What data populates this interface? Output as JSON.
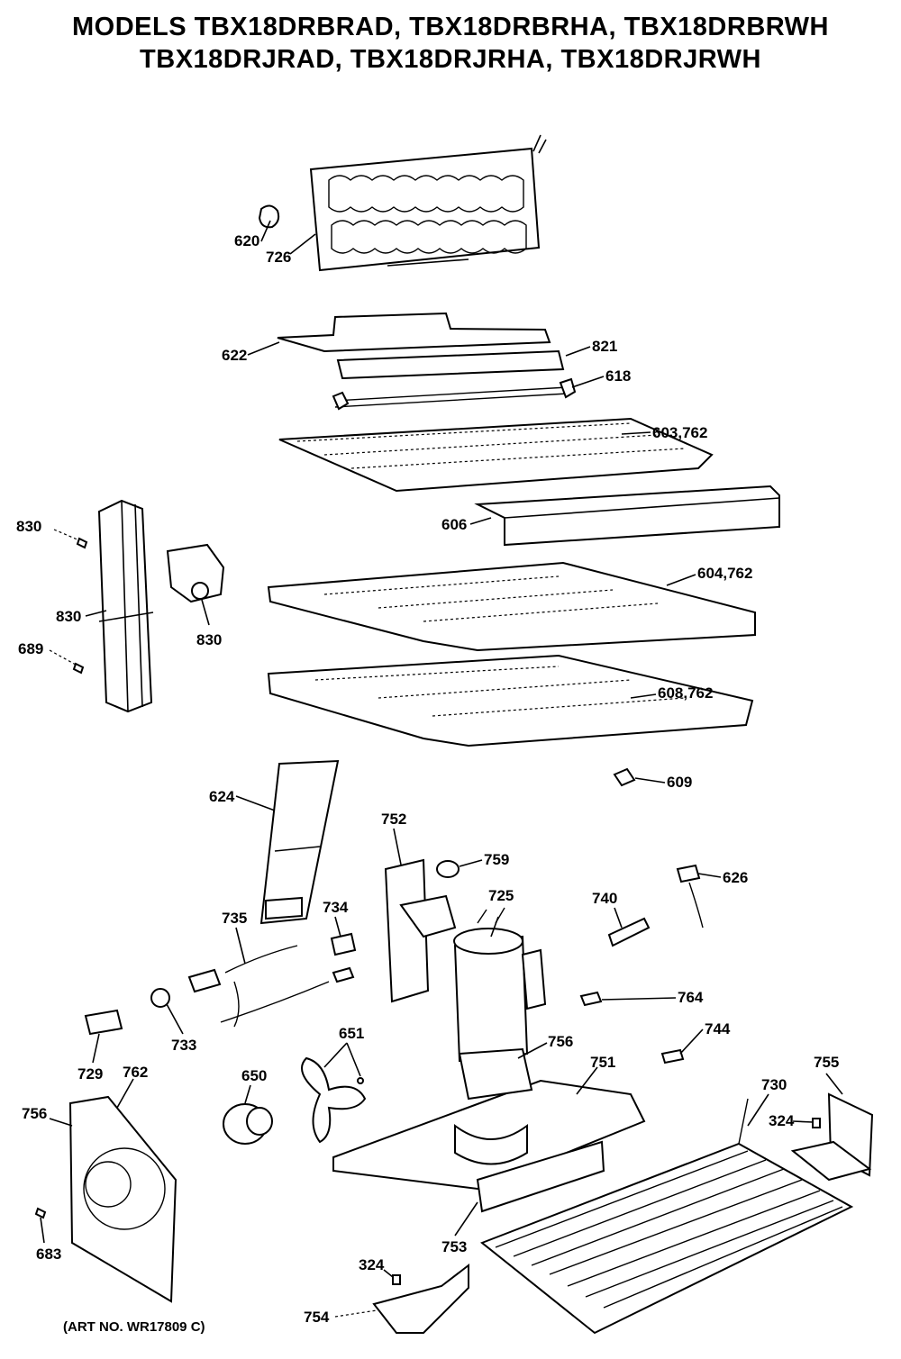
{
  "title": {
    "line1": "MODELS TBX18DRBRAD, TBX18DRBRHA, TBX18DRBRWH",
    "line2": "TBX18DRJRAD, TBX18DRJRHA, TBX18DRJRWH"
  },
  "art_number": "(ART NO. WR17809 C)",
  "part_labels": {
    "p620": "620",
    "p726": "726",
    "p622": "622",
    "p821": "821",
    "p618": "618",
    "p603": "603,762",
    "p606": "606",
    "p830a": "830",
    "p830b": "830",
    "p830c": "830",
    "p689": "689",
    "p604": "604,762",
    "p608": "608,762",
    "p609": "609",
    "p624": "624",
    "p752": "752",
    "p759": "759",
    "p725": "725",
    "p740": "740",
    "p626": "626",
    "p735": "735",
    "p734": "734",
    "p764": "764",
    "p733": "733",
    "p651": "651",
    "p756b": "756",
    "p744": "744",
    "p729": "729",
    "p762": "762",
    "p650": "650",
    "p751": "751",
    "p730": "730",
    "p755": "755",
    "p756": "756",
    "p324a": "324",
    "p683": "683",
    "p753": "753",
    "p324b": "324",
    "p754": "754"
  }
}
